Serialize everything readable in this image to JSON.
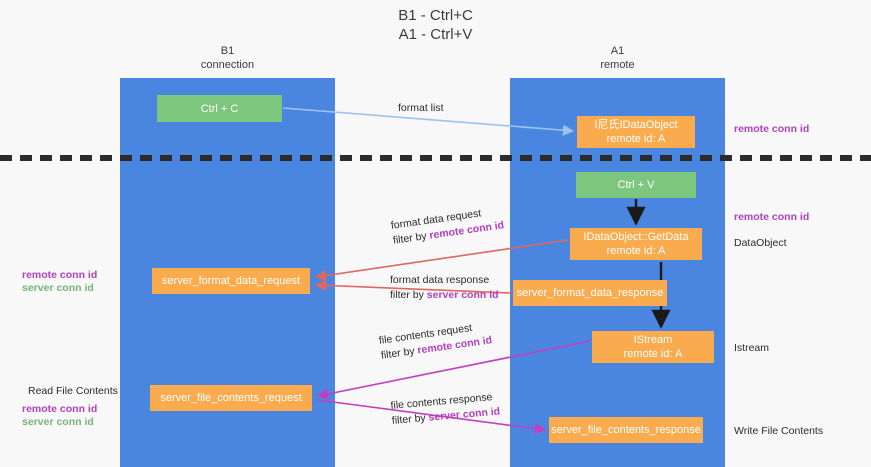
{
  "title": {
    "line1": "B1 - Ctrl+C",
    "line2": "A1 - Ctrl+V"
  },
  "lanes": [
    {
      "name": "B1",
      "sub": "connection"
    },
    {
      "name": "A1",
      "sub": "remote"
    }
  ],
  "boxes": {
    "ctrl_c": {
      "label": "Ctrl + C",
      "color": "#7dc67d"
    },
    "idataobject_top": {
      "line1": "I尼⽒IDataObject",
      "line2": "remote id: A",
      "color": "#f9ab4e"
    },
    "ctrl_v": {
      "label": "Ctrl + V",
      "color": "#7dc67d"
    },
    "getdata": {
      "line1": "IDataObject::GetData",
      "line2": "remote id: A",
      "color": "#f9ab4e"
    },
    "server_format_data_request": {
      "label": "server_format_data_request",
      "color": "#f9ab4e"
    },
    "server_format_data_response": {
      "label": "server_format_data_response",
      "color": "#f9ab4e"
    },
    "istream": {
      "line1": "IStream",
      "line2": "remote id: A",
      "color": "#f9ab4e"
    },
    "server_file_contents_request": {
      "label": "server_file_contents_request",
      "color": "#f9ab4e"
    },
    "server_file_contents_response": {
      "label": "server_file_contents_response",
      "color": "#f9ab4e"
    }
  },
  "edges": {
    "format_list": {
      "text": "format list"
    },
    "format_data_request": {
      "text": "format data request"
    },
    "format_data_request_filter_prefix": {
      "text": "filter by "
    },
    "format_data_request_filter_key": {
      "text": "remote conn id"
    },
    "format_data_response": {
      "text": "format data response"
    },
    "format_data_response_filter_prefix": {
      "text": "filter by "
    },
    "format_data_response_filter_key": {
      "text": "server conn id"
    },
    "file_contents_request": {
      "text": "file contents request"
    },
    "file_contents_request_filter_prefix": {
      "text": "filter by "
    },
    "file_contents_request_filter_key": {
      "text": "remote conn id"
    },
    "file_contents_response": {
      "text": "file contents response"
    },
    "file_contents_response_filter_prefix": {
      "text": "filter by "
    },
    "file_contents_response_filter_key": {
      "text": "server conn id"
    }
  },
  "side_labels": {
    "right_remote_conn_id_top": "remote conn id",
    "right_remote_conn_id_mid": "remote conn id",
    "right_dataobject": "DataObject",
    "right_istream": "Istream",
    "right_write_file_contents": "Write File Contents",
    "left_remote_conn_id_mid": "remote conn id",
    "left_server_conn_id_mid": "server conn id",
    "left_read_file_contents": "Read File Contents",
    "left_remote_conn_id_bottom": "remote conn id",
    "left_server_conn_id_bottom": "server conn id"
  },
  "colors": {
    "lane": "#4a86e0",
    "green_box": "#7dc67d",
    "orange_box": "#f9ab4e",
    "purple_text": "#b23fc0",
    "green_text": "#76b47a",
    "arrow_blue": "#9cc3ee",
    "arrow_red": "#e0665e",
    "arrow_magenta": "#c43fc0",
    "arrow_black": "#1a1a1a",
    "background": "#f8f8f8"
  }
}
